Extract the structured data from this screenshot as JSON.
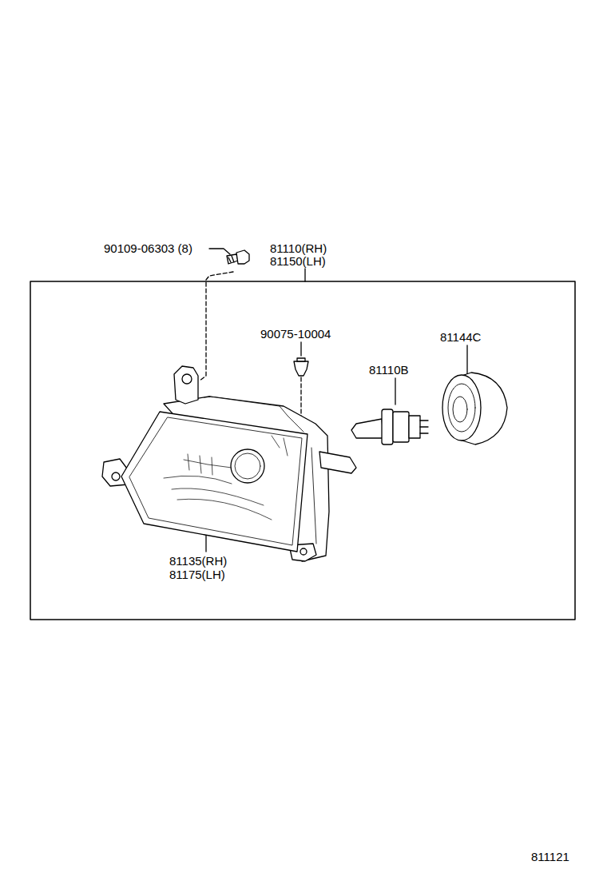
{
  "diagram": {
    "labels": [
      "90109-06303 (8)",
      "81110(RH)",
      "81150(LH)",
      "90075-10004",
      "81144C",
      "81110B",
      "81135(RH)",
      "81175(LH)",
      "811121"
    ]
  }
}
